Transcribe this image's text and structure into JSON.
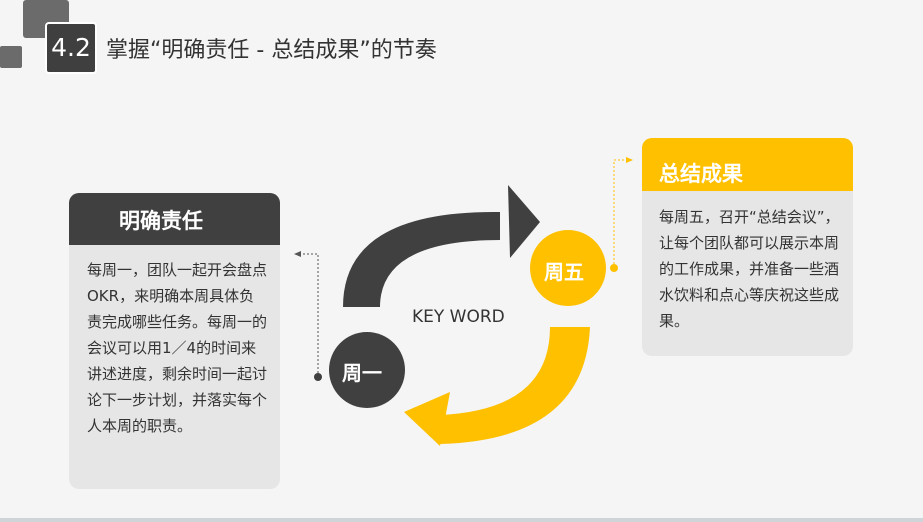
{
  "section": {
    "number": "4.2",
    "title": "掌握“明确责任 - 总结成果”的节奏"
  },
  "left_card": {
    "title": "明确责任",
    "body": "每周一，团队一起开会盘点OKR，来明确本周具体负责完成哪些任务。每周一的会议可以用1／4的时间来讲述进度，剩余时间一起讨论下一步计划，并落实每个人本周的职责。"
  },
  "right_card": {
    "title": "总结成果",
    "body": "每周五，召开“总结会议”，让每个团队都可以展示本周的工作成果，并准备一些酒水饮料和点心等庆祝这些成果。"
  },
  "cycle": {
    "center_label": "KEY WORD",
    "monday": "周一",
    "friday": "周五"
  },
  "colors": {
    "dark": "#404040",
    "accent": "#ffc000",
    "card_bg": "#e6e6e6"
  }
}
